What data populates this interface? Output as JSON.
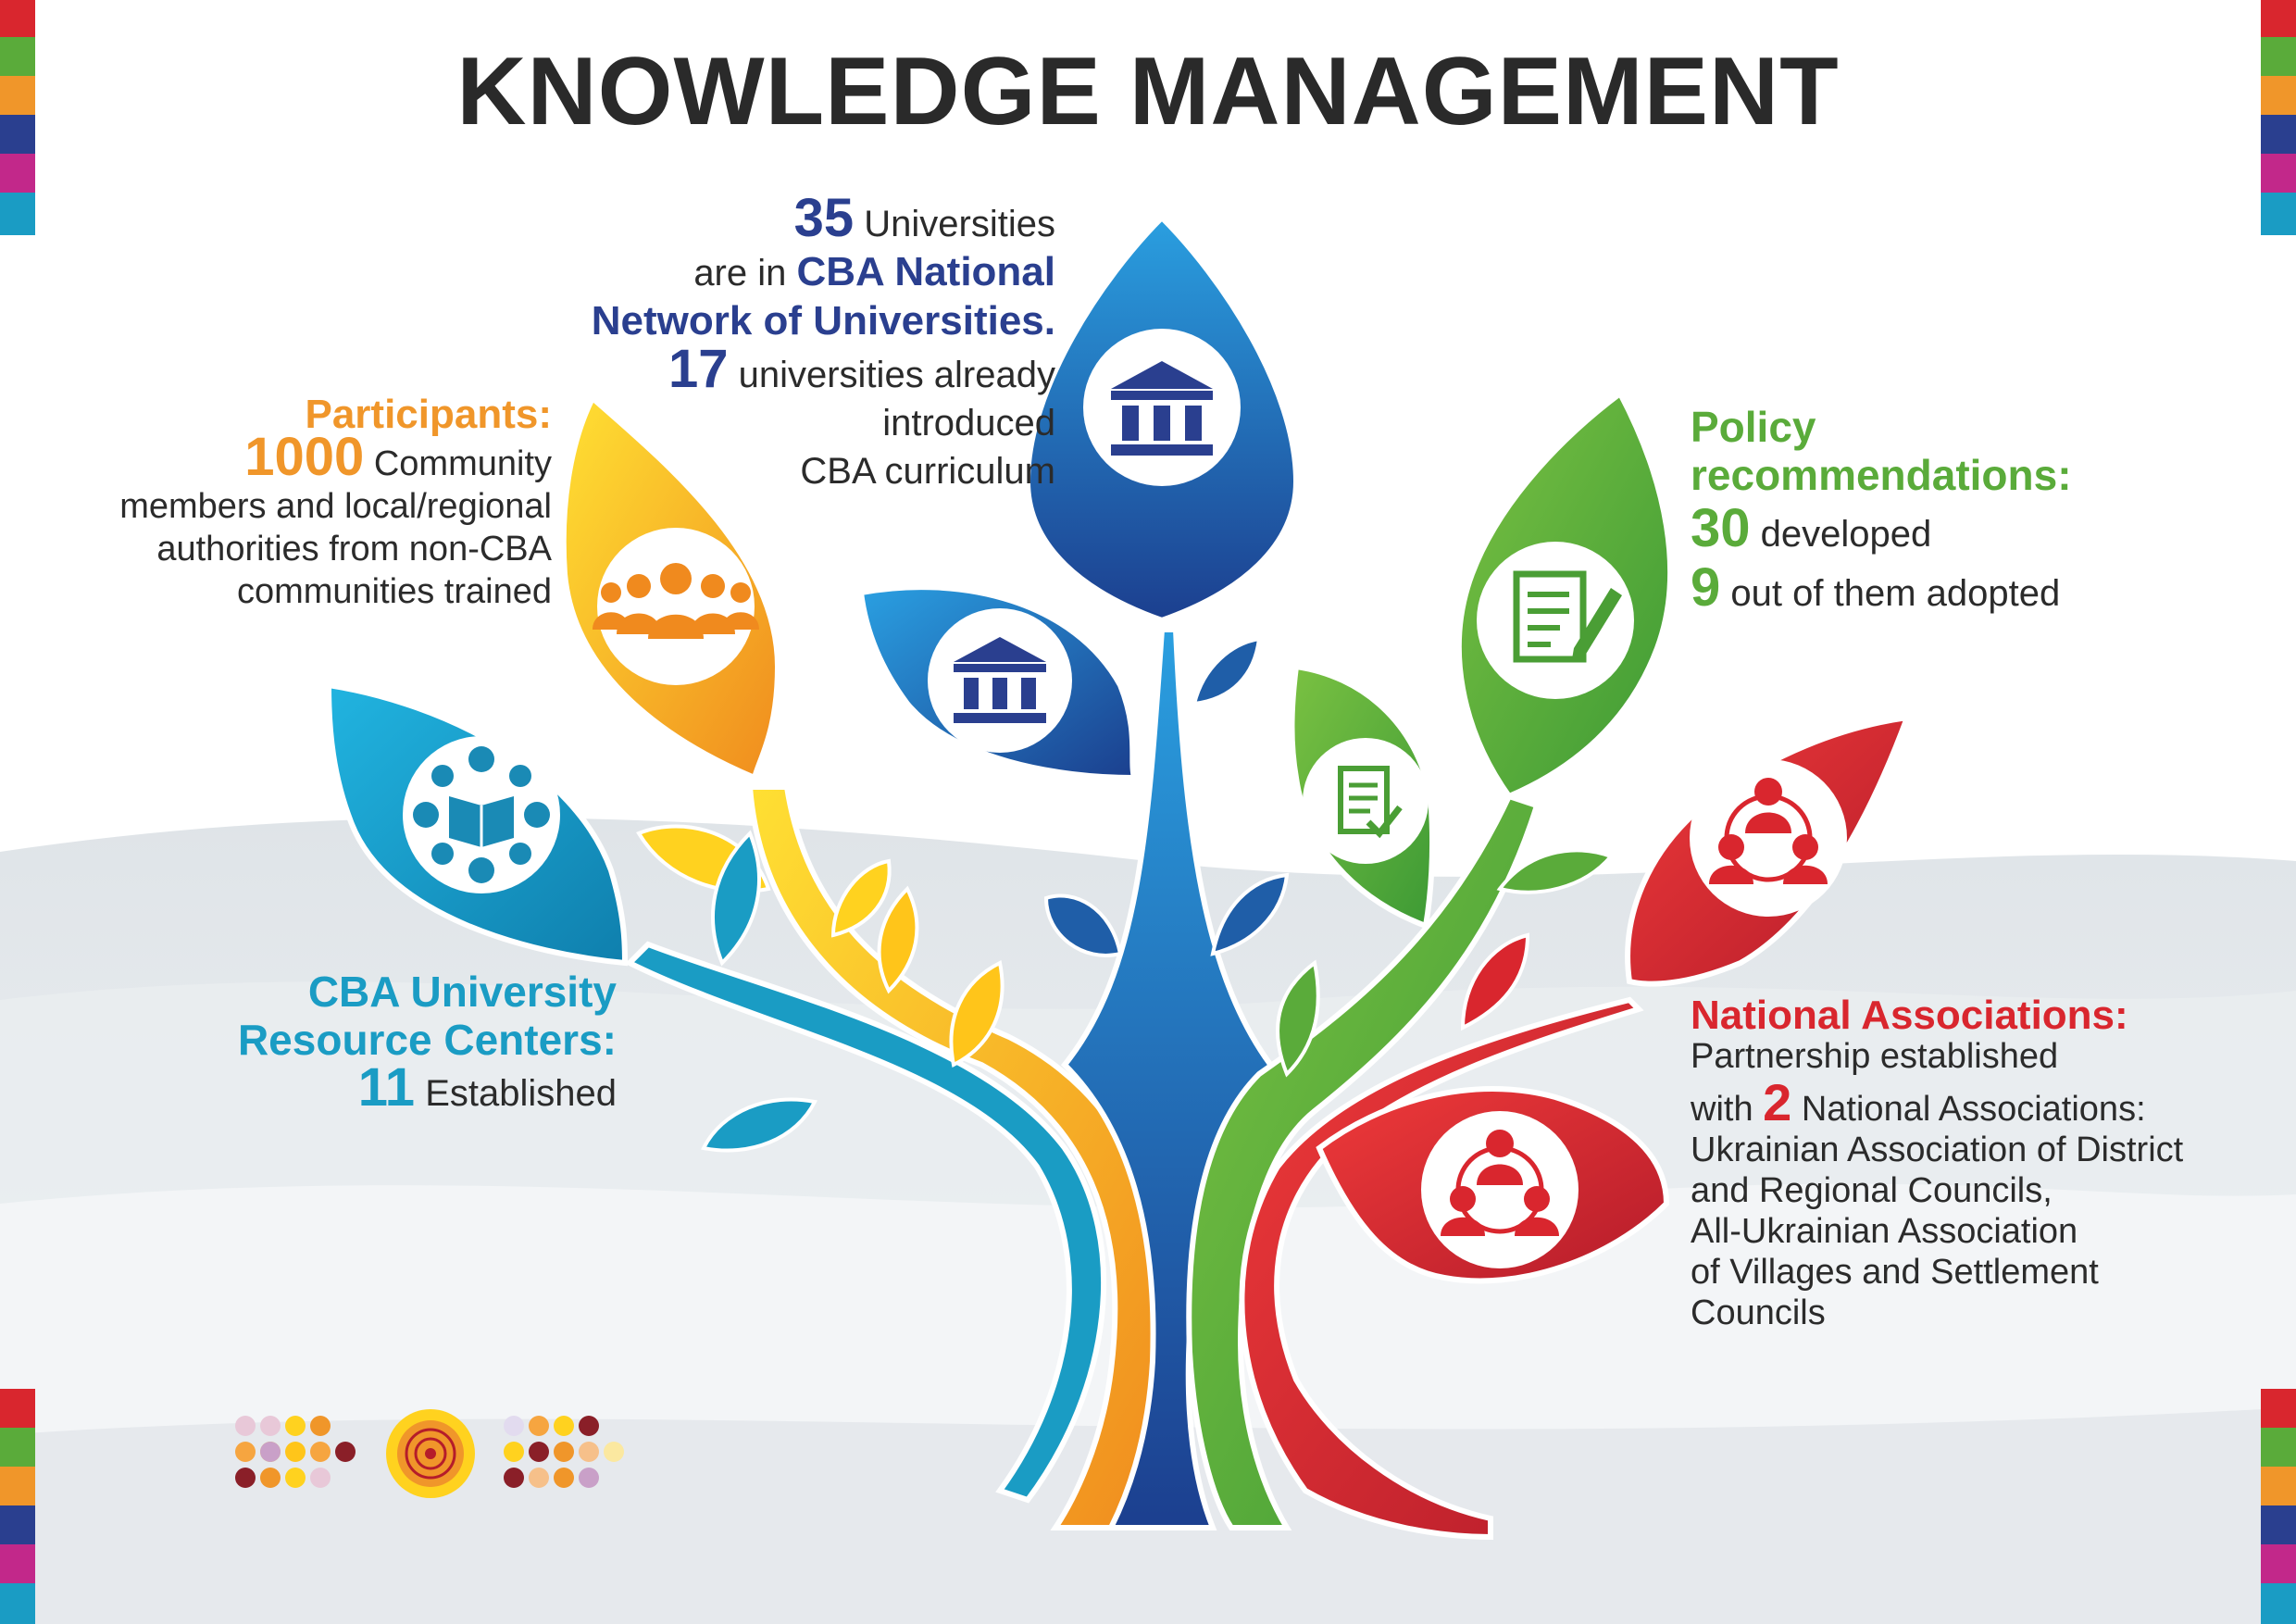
{
  "title": "KNOWLEDGE MANAGEMENT",
  "universities": {
    "count": "35",
    "line1": "Universities",
    "line2_pre": "are in",
    "line2_hl": "CBA National",
    "line3": "Network of Universities.",
    "count2": "17",
    "line4": "universities already",
    "line5": "introduced",
    "line6": "CBA curriculum"
  },
  "participants": {
    "heading": "Participants:",
    "count": "1000",
    "line1": "Community",
    "line2": "members and local/regional",
    "line3": "authorities from non-CBA",
    "line4": "communities trained"
  },
  "policy": {
    "heading1": "Policy",
    "heading2": "recommendations:",
    "count1": "30",
    "text1": "developed",
    "count2": "9",
    "text2": "out of them adopted"
  },
  "resource_centers": {
    "heading1": "CBA University",
    "heading2": "Resource Centers:",
    "count": "11",
    "text": "Established"
  },
  "associations": {
    "heading": "National Associations:",
    "line1": "Partnership established",
    "line2_pre": "with",
    "count": "2",
    "line2_post": "National Associations:",
    "line3": "Ukrainian Association of District",
    "line4": "and Regional Councils,",
    "line5": "All-Ukrainian Association",
    "line6": "of Villages and Settlement",
    "line7": "Councils"
  },
  "colors": {
    "blue": "#1f5ea8",
    "navy": "#2a3f8f",
    "orange": "#f0962a",
    "yellow": "#ffd21f",
    "green": "#5aab3a",
    "red": "#d9262e",
    "teal": "#1a9cc4"
  },
  "icons": [
    "university-icon",
    "participants-icon",
    "resource-center-icon",
    "policy-document-icon",
    "checklist-icon",
    "association-network-icon",
    "logo-sunflower"
  ]
}
